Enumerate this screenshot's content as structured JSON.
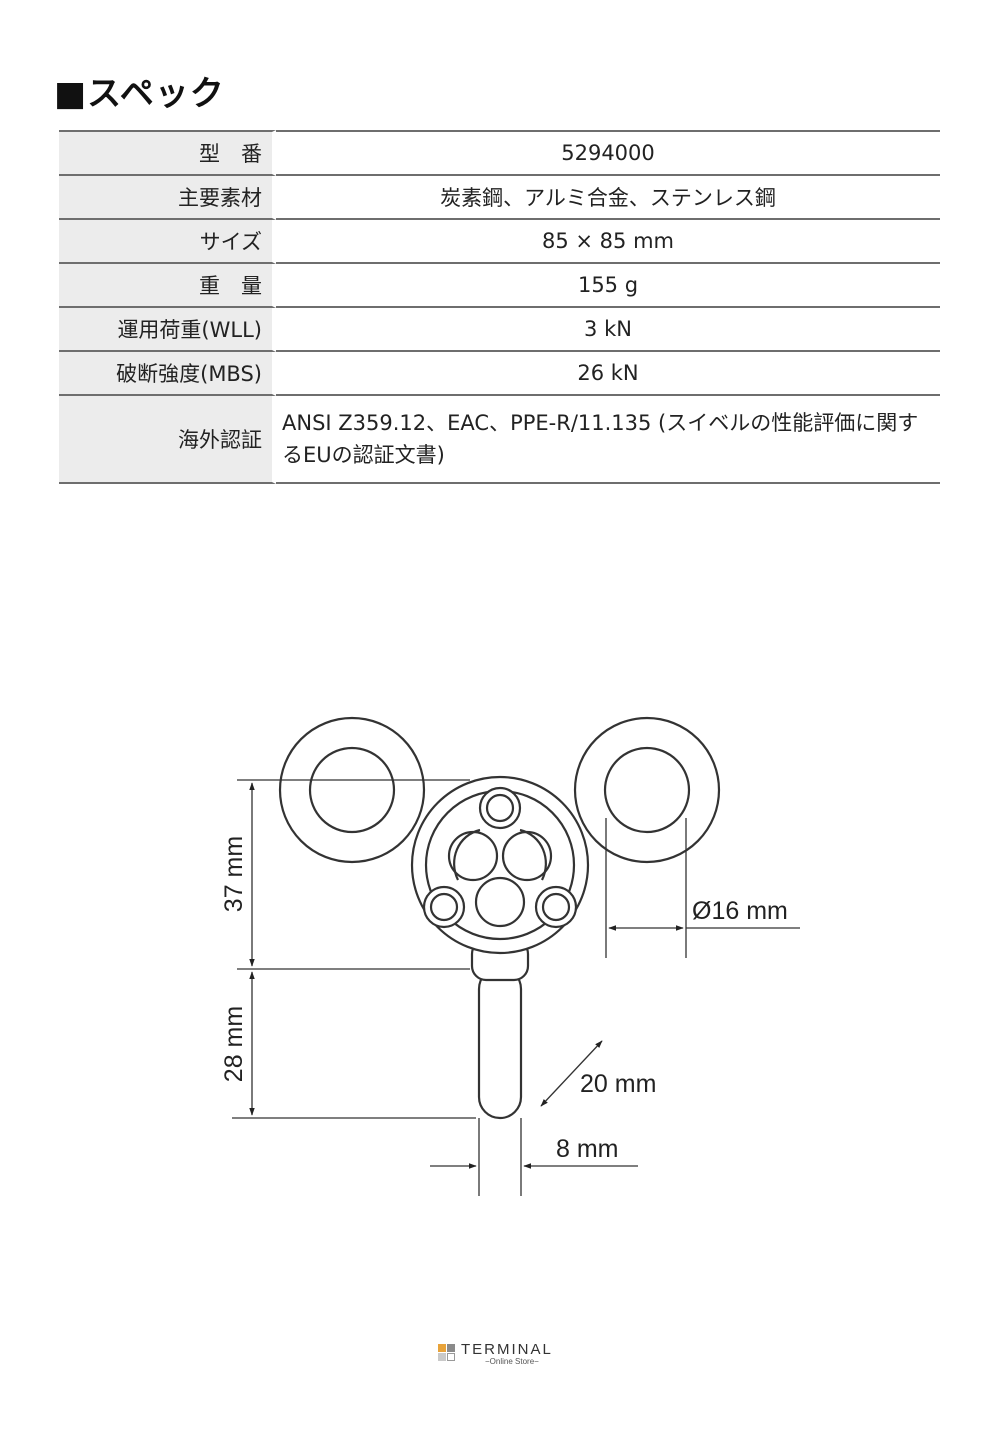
{
  "section": {
    "title": "■スペック"
  },
  "spec": {
    "rows": [
      {
        "label": "型　番",
        "value": "5294000"
      },
      {
        "label": "主要素材",
        "value": "炭素鋼、アルミ合金、ステンレス鋼"
      },
      {
        "label": "サイズ",
        "value": "85 × 85 mm"
      },
      {
        "label": "重　量",
        "value": "155 g"
      },
      {
        "label": "運用荷重(WLL)",
        "value": "3 kN"
      },
      {
        "label": "破断強度(MBS)",
        "value": "26 kN"
      },
      {
        "label": "海外認証",
        "value_line1": "ANSI Z359.12、EAC、PPE-R/11.135 (スイベルの性能評価に関す",
        "value_line2": "るEUの認証文書)"
      }
    ]
  },
  "diagram": {
    "dimensions": {
      "height_upper": "37 mm",
      "height_lower": "28 mm",
      "hole_diameter": "Ø16 mm",
      "slot_length": "20 mm",
      "slot_width": "8 mm"
    }
  },
  "footer": {
    "brand": "TERMINAL",
    "sub": "−Online Store−",
    "logo_colors": [
      "#e8a33a",
      "#8a8a8a",
      "#c9c9c9",
      "#ffffff"
    ]
  }
}
